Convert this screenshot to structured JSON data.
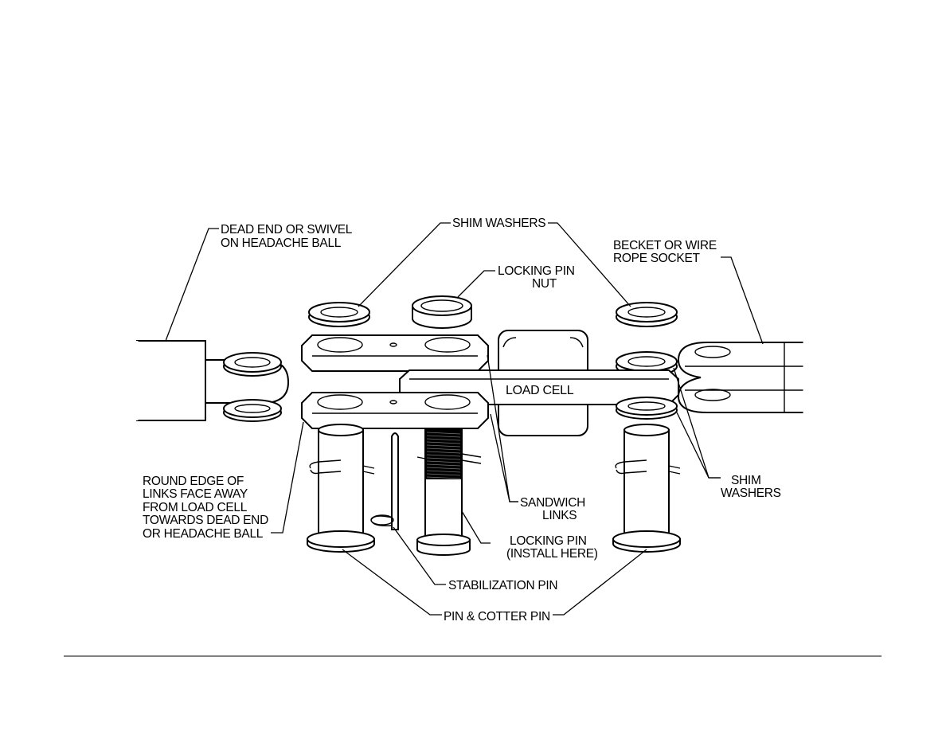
{
  "labels": {
    "dead_end": [
      "DEAD END OR SWIVEL",
      "ON HEADACHE BALL"
    ],
    "shim_washers_top": "SHIM WASHERS",
    "becket": [
      "BECKET OR WIRE",
      "ROPE SOCKET"
    ],
    "locking_pin_nut": [
      "LOCKING PIN",
      "NUT"
    ],
    "load_cell": "LOAD CELL",
    "round_edge": [
      "ROUND EDGE OF",
      "LINKS FACE AWAY",
      "FROM LOAD CELL",
      "TOWARDS DEAD END",
      "OR HEADACHE BALL"
    ],
    "sandwich_links": [
      "SANDWICH",
      "LINKS"
    ],
    "locking_pin": [
      "LOCKING PIN",
      "(INSTALL HERE)"
    ],
    "shim_washers_right": [
      "SHIM",
      "WASHERS"
    ],
    "stabilization_pin": "STABILIZATION PIN",
    "pin_cotter": "PIN & COTTER PIN"
  }
}
